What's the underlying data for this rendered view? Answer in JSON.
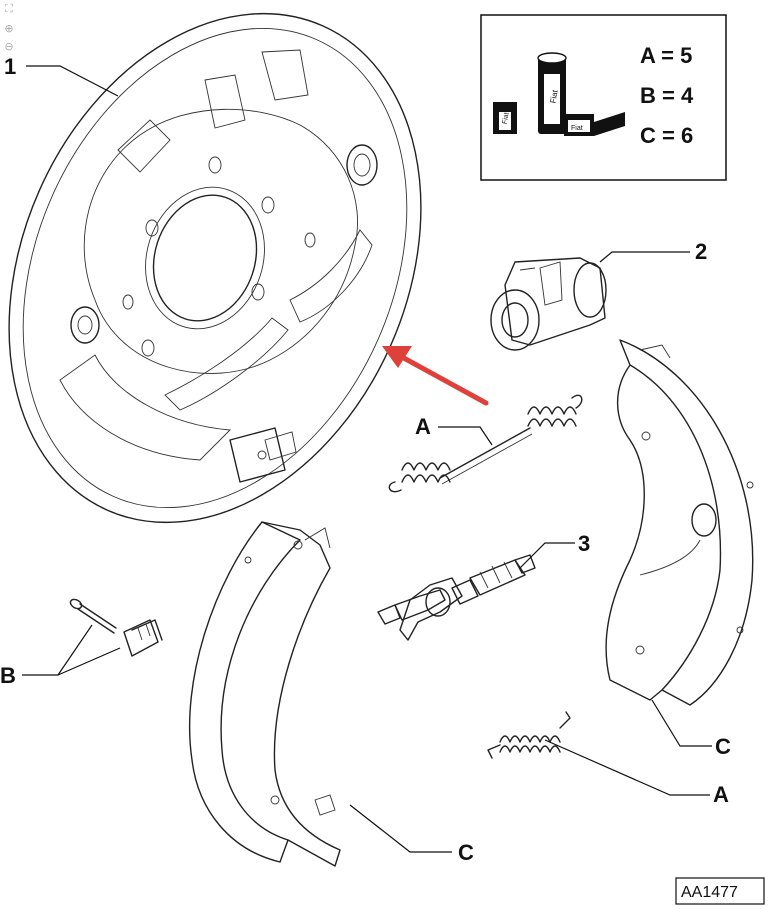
{
  "viewer": {
    "tools": [
      {
        "name": "fit-icon",
        "glyph": "⛶"
      },
      {
        "name": "zoom-in-icon",
        "glyph": "⊕"
      },
      {
        "name": "zoom-out-icon",
        "glyph": "⊖"
      }
    ]
  },
  "callouts": {
    "backing_plate": "1",
    "wheel_cylinder": "2",
    "adjuster": "3",
    "spring_upper": "A",
    "spring_lower": "A",
    "pin_clip": "B",
    "shoe_left": "C",
    "shoe_right": "C"
  },
  "legend": {
    "lines": [
      "A = 5",
      "B = 4",
      "C = 6"
    ],
    "box_labels": [
      "Fiat",
      "Fiat",
      "Fiat"
    ]
  },
  "reference": "AA1477",
  "colors": {
    "line": "#222222",
    "arrow": "#e0403a",
    "legend_fill": "#111111",
    "background": "#ffffff"
  }
}
